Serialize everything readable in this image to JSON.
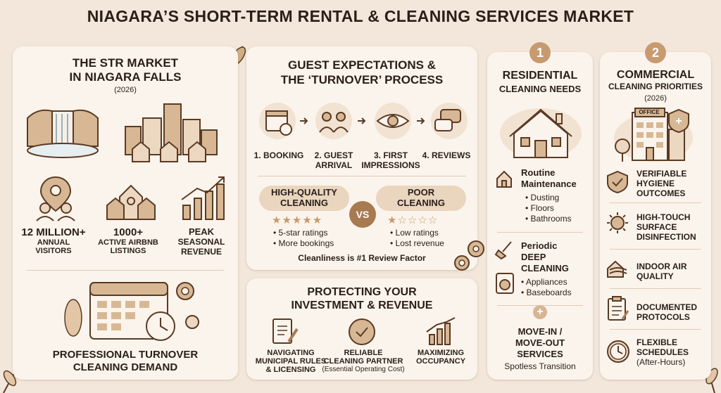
{
  "title": "NIAGARA’S SHORT-TERM RENTAL & CLEANING SERVICES MARKET",
  "str_market": {
    "heading_line1": "THE STR MARKET",
    "heading_line2": "IN NIAGARA FALLS",
    "year": "(2026)",
    "stats": [
      {
        "value": "12 MILLION+",
        "label_line1": "ANNUAL",
        "label_line2": "VISITORS"
      },
      {
        "value": "1000+",
        "label_line1": "ACTIVE AIRBNB",
        "label_line2": "LISTINGS"
      },
      {
        "value": "PEAK",
        "label_line1": "SEASONAL",
        "label_line2": "REVENUE"
      }
    ],
    "demand_line1": "PROFESSIONAL TURNOVER",
    "demand_line2": "CLEANING DEMAND"
  },
  "guest": {
    "heading_line1": "GUEST EXPECTATIONS &",
    "heading_line2": "THE ‘TURNOVER’ PROCESS",
    "steps": [
      {
        "line1": "1. BOOKING",
        "line2": ""
      },
      {
        "line1": "2. GUEST",
        "line2": "ARRIVAL"
      },
      {
        "line1": "3. FIRST",
        "line2": "IMPRESSIONS"
      },
      {
        "line1": "4. REVIEWS",
        "line2": ""
      }
    ],
    "high_line1": "HIGH-QUALITY",
    "high_line2": "CLEANING",
    "high_stars": "★★★★★",
    "high_bullets": [
      "• 5-star ratings",
      "• More bookings"
    ],
    "vs": "VS",
    "poor_line1": "POOR",
    "poor_line2": "CLEANING",
    "poor_stars": "★☆☆☆☆",
    "poor_bullets": [
      "• Low ratings",
      "• Lost revenue"
    ],
    "footer": "Cleanliness is #1 Review Factor"
  },
  "protect": {
    "heading_line1": "PROTECTING YOUR",
    "heading_line2": "INVESTMENT & REVENUE",
    "items": [
      {
        "line1": "NAVIGATING",
        "line2": "MUNICIPAL RULES",
        "line3": "& LICENSING"
      },
      {
        "line1": "RELIABLE",
        "line2": "CLEANING PARTNER",
        "line3": "(Essential Operating Cost)"
      },
      {
        "line1": "MAXIMIZING",
        "line2": "OCCUPANCY",
        "line3": ""
      }
    ]
  },
  "residential": {
    "badge": "1",
    "heading_line1": "RESIDENTIAL",
    "heading_line2": "CLEANING NEEDS",
    "routine_title_line1": "Routine",
    "routine_title_line2": "Maintenance",
    "routine_bullets": [
      "• Dusting",
      "• Floors",
      "• Bathrooms"
    ],
    "periodic_title_line1": "Periodic",
    "periodic_title_line2": "DEEP",
    "periodic_title_line3": "CLEANING",
    "periodic_bullets": [
      "• Appliances",
      "• Baseboards"
    ],
    "plus": "+",
    "move_line1": "MOVE-IN /",
    "move_line2": "MOVE-OUT",
    "move_line3": "SERVICES",
    "move_sub": "Spotless Transition"
  },
  "commercial": {
    "badge": "2",
    "heading_line1": "COMMERCIAL",
    "heading_line2": "CLEANING PRIORITIES",
    "year": "(2026)",
    "office_sign": "OFFICE",
    "items": [
      {
        "line1": "VERIFIABLE",
        "line2": "HYGIENE",
        "line3": "OUTCOMES"
      },
      {
        "line1": "HIGH-TOUCH",
        "line2": "SURFACE",
        "line3": "DISINFECTION"
      },
      {
        "line1": "INDOOR AIR",
        "line2": "QUALITY",
        "line3": ""
      },
      {
        "line1": "DOCUMENTED",
        "line2": "PROTOCOLS",
        "line3": ""
      },
      {
        "line1": "FLEXIBLE",
        "line2": "SCHEDULES",
        "line3": "(After-Hours)"
      }
    ]
  },
  "colors": {
    "background": "#f3e7db",
    "panel": "#fbf4ec",
    "accent": "#c89a70",
    "dark": "#5a3a24"
  }
}
